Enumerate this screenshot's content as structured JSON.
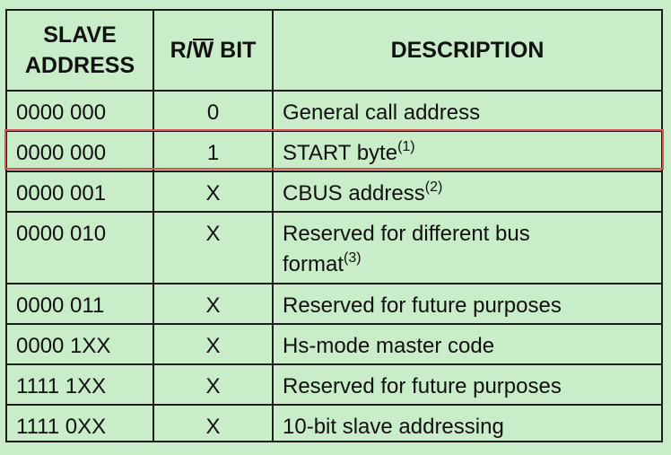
{
  "headers": {
    "col1": "SLAVE ADDRESS",
    "col2_rw": "R/W",
    "col2_bit": "BIT",
    "col3": "DESCRIPTION"
  },
  "rows": [
    {
      "address": "0000 000",
      "rw": "0",
      "description": "General call address",
      "note": ""
    },
    {
      "address": "0000 000",
      "rw": "1",
      "description": "START byte",
      "note": "(1)"
    },
    {
      "address": "0000 001",
      "rw": "X",
      "description": "CBUS address",
      "note": "(2)"
    },
    {
      "address": "0000 010",
      "rw": "X",
      "description": "Reserved for different bus format",
      "note": "(3)"
    },
    {
      "address": "0000 011",
      "rw": "X",
      "description": "Reserved for future purposes",
      "note": ""
    },
    {
      "address": "0000 1XX",
      "rw": "X",
      "description": "Hs-mode master code",
      "note": ""
    },
    {
      "address": "1111 1XX",
      "rw": "X",
      "description": "Reserved for future purposes",
      "note": ""
    },
    {
      "address": "1111 0XX",
      "rw": "X",
      "description": "10-bit slave addressing",
      "note": ""
    }
  ],
  "highlight_color": "#d9534f",
  "background_color": "#c9ecc9"
}
